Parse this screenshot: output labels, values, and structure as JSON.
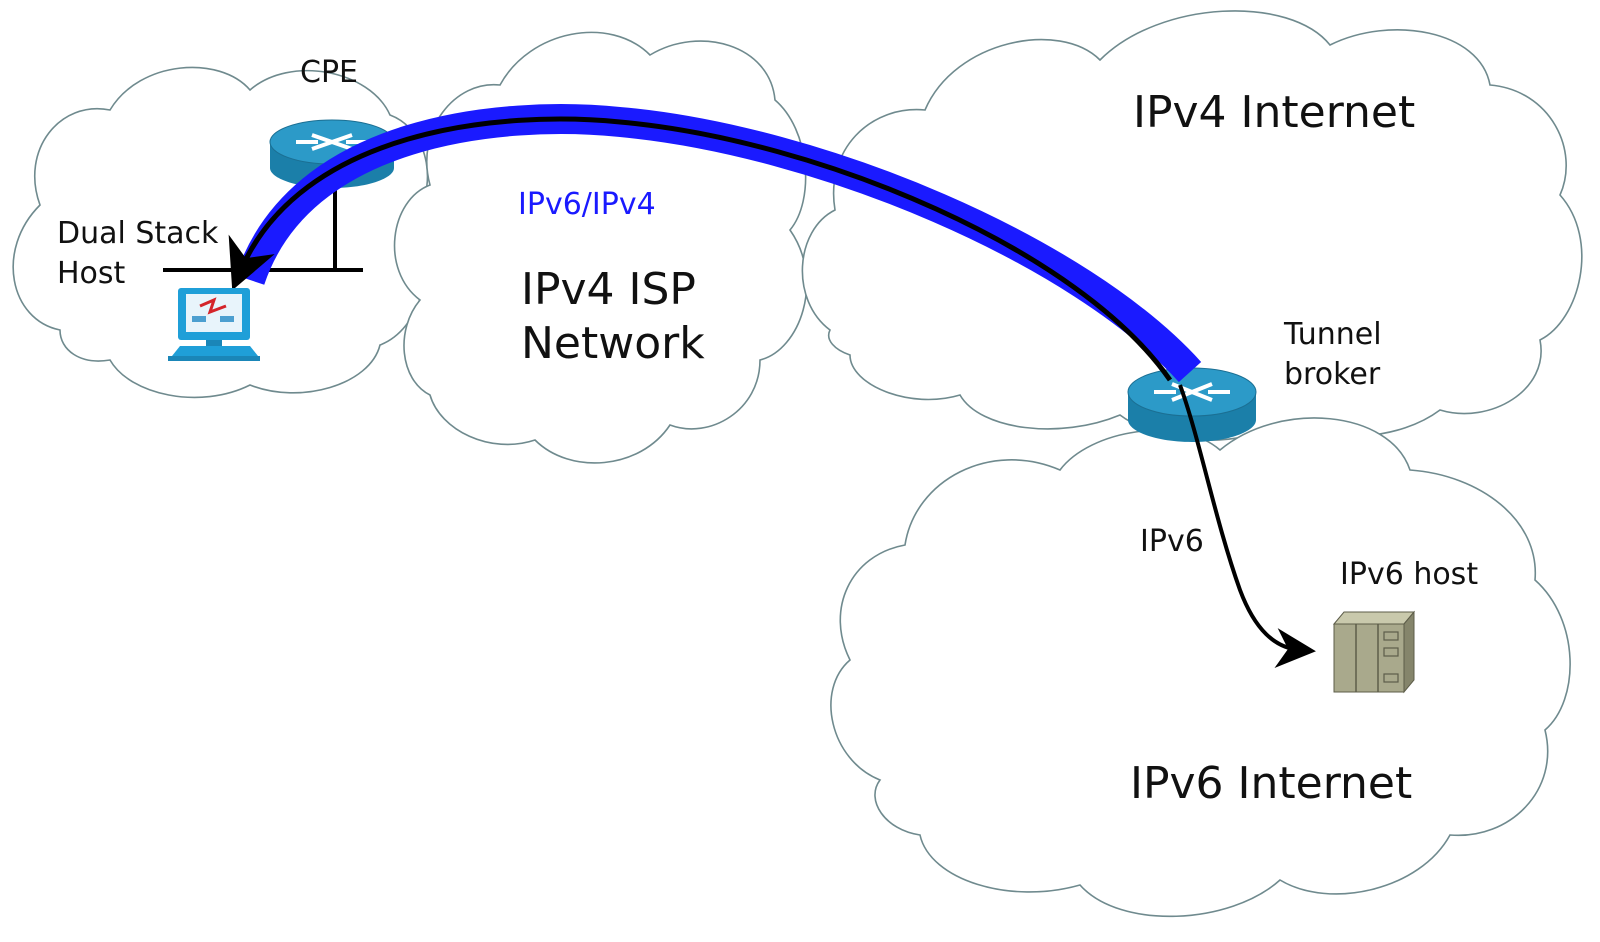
{
  "labels": {
    "cpe": "CPE",
    "dual_stack_host_line1": "Dual Stack",
    "dual_stack_host_line2": "Host",
    "ipv6_ipv4_tunnel": "IPv6/IPv4",
    "ipv4_isp_line1": "IPv4 ISP",
    "ipv4_isp_line2": "Network",
    "ipv4_internet": "IPv4 Internet",
    "tunnel_broker_line1": "Tunnel",
    "tunnel_broker_line2": "broker",
    "ipv6_link": "IPv6",
    "ipv6_host": "IPv6 host",
    "ipv6_internet": "IPv6 Internet"
  },
  "colors": {
    "tunnel": "#1a1aff",
    "router": "#1b7fa9",
    "router_top": "#2c9ac8",
    "cloud_stroke": "#6f8a8e",
    "host_screen": "#1f9fd8",
    "server": "#a9a98c"
  },
  "icons": {
    "cpe_router": "router-icon",
    "broker_router": "router-icon",
    "dual_stack_host": "computer-icon",
    "ipv6_host": "server-icon"
  }
}
